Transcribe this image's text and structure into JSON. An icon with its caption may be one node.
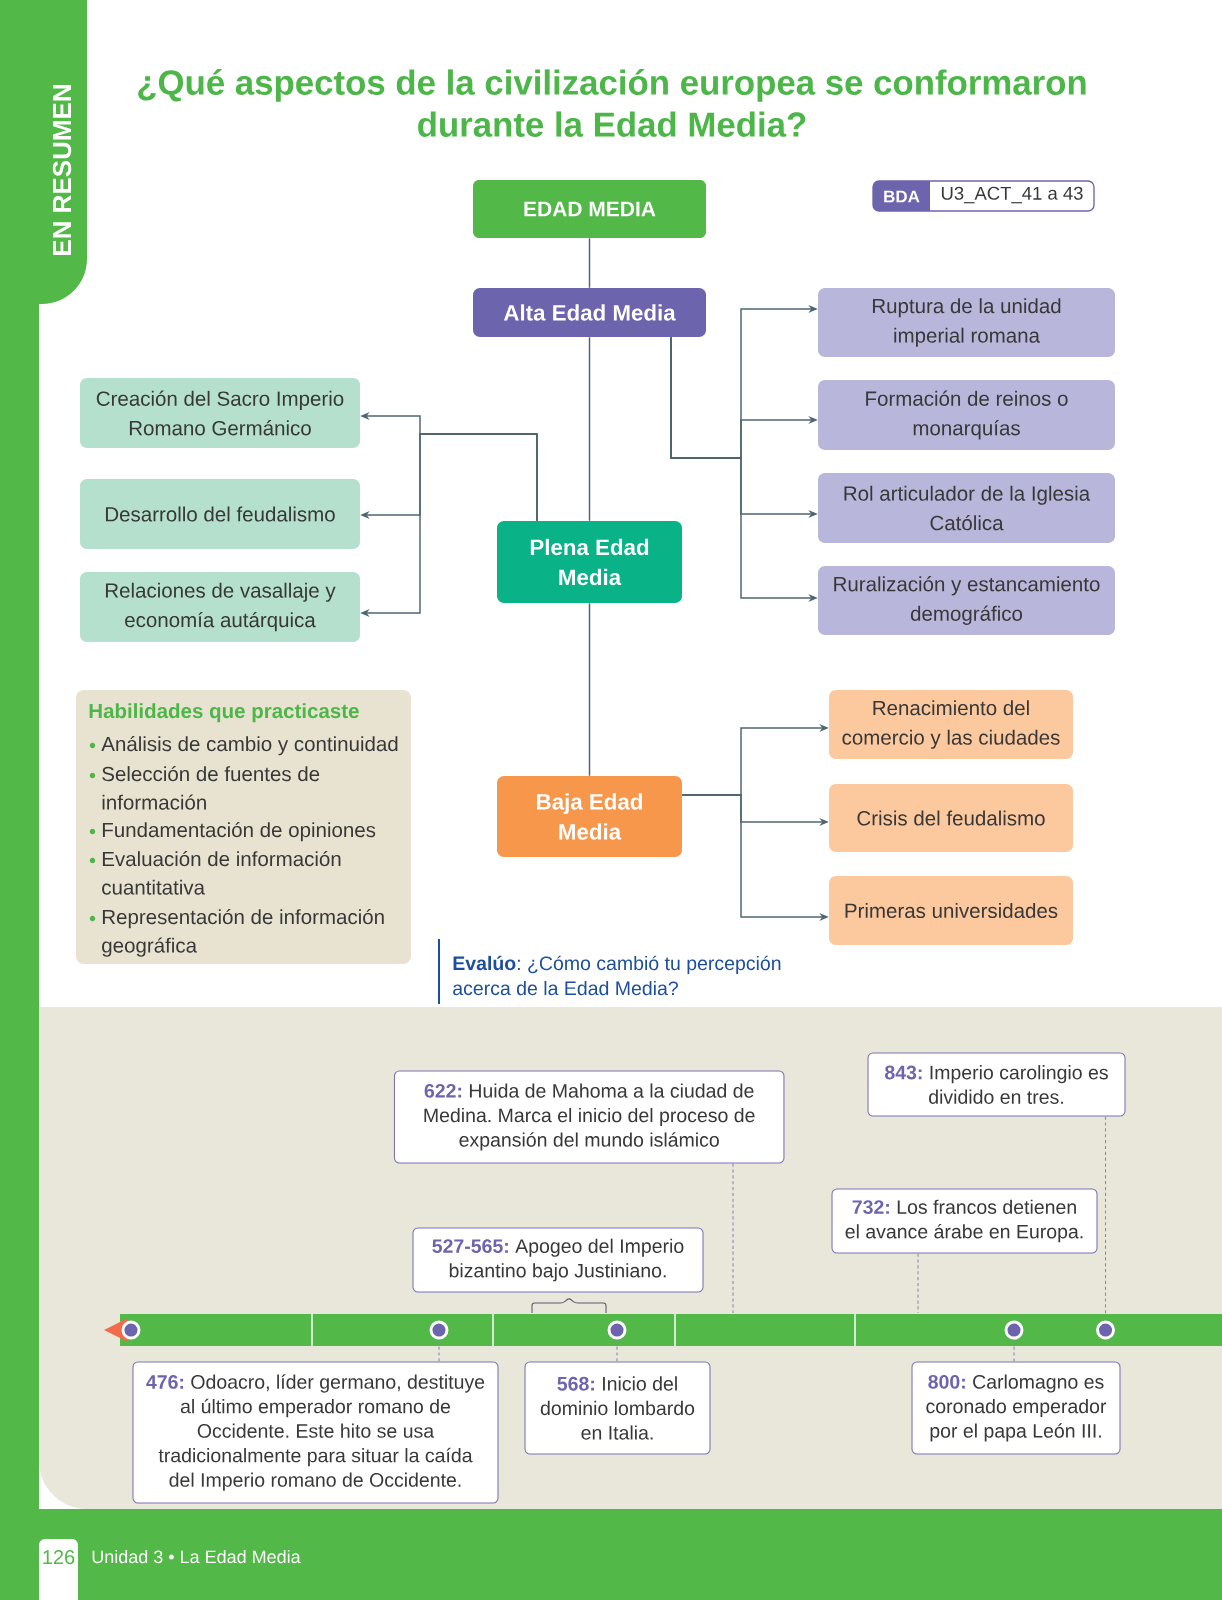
{
  "diagram": {
    "title": "¿Qué aspectos de la civilización europea se conformaron durante la Edad Media?",
    "nodes": [
      {
        "text": [
          "EDAD MEDIA"
        ]
      },
      {
        "text": [
          "Alta Edad Media"
        ]
      },
      {
        "text": [
          "Plena Edad Media"
        ]
      },
      {
        "text": [
          "Baja Edad Media"
        ]
      },
      {
        "text": [
          "Ruptura de la unidad imperial romana"
        ]
      },
      {
        "text": [
          "Formación de reinos o monarquías"
        ]
      },
      {
        "text": [
          "Rol articulador de la Iglesia Católica"
        ]
      },
      {
        "text": [
          "Ruralización y estancamiento demográfico"
        ]
      },
      {
        "text": [
          "Creación del Sacro Imperio Romano Germánico"
        ]
      },
      {
        "text": [
          "Desarrollo del feudalismo"
        ]
      },
      {
        "text": [
          "Relaciones de vasallaje y economía autárquica"
        ]
      },
      {
        "text": [
          "Renacimiento del comercio y las ciudades"
        ]
      },
      {
        "text": [
          "Crisis del feudalismo"
        ]
      },
      {
        "text": [
          "Primeras universidades"
        ]
      },
      {
        "text": [
          "BDA",
          "U3_ACT_41 a 43"
        ]
      },
      {
        "text": [
          "Habilidades que practicaste",
          "Análisis de cambio y continuidad",
          "Selección de fuentes de información",
          "Fundamentación de opiniones",
          "Evaluación de información cuantitativa",
          "Representación de información geográfica"
        ]
      },
      {
        "text": [
          "**622:** Huida de Mahoma a la ciudad de Medina. Marca el inicio del proceso de expansión del mundo islámico"
        ]
      },
      {
        "text": [
          "**843:** Imperio carolingio es dividido en tres."
        ]
      },
      {
        "text": [
          "**527-565:** Apogeo del Imperio bizantino bajo Justiniano."
        ]
      },
      {
        "text": [
          "**732:** Los francos detienen el avance árabe en Europa."
        ]
      },
      {
        "text": [],
        "shape": "circle"
      },
      {
        "text": [],
        "shape": "circle"
      },
      {
        "text": [],
        "shape": "circle"
      },
      {
        "text": [],
        "shape": "circle"
      },
      {
        "text": [],
        "shape": "circle"
      },
      {
        "text": [
          "**476:** Odoacro, líder germano, destituye al último emperador romano de Occidente. Este hito se usa tradicionalmente para situar la caída del Imperio romano de Occidente."
        ]
      },
      {
        "text": [
          "**568:** Inicio del dominio lombardo en Italia."
        ]
      },
      {
        "text": [
          "**800:** Carlomagno es coronado emperador por el papa León III."
        ]
      }
    ],
    "edges": [
      {
        "from": 0,
        "to": 1,
        "arrow": "none"
      },
      {
        "from": 1,
        "to": 2,
        "arrow": "none"
      },
      {
        "from": 2,
        "to": 3,
        "arrow": "none"
      },
      {
        "from": 1,
        "to": 4,
        "arrow": "to"
      },
      {
        "from": 1,
        "to": 5,
        "arrow": "to"
      },
      {
        "from": 1,
        "to": 6,
        "arrow": "to"
      },
      {
        "from": 1,
        "to": 7,
        "arrow": "to"
      },
      {
        "from": 2,
        "to": 8,
        "arrow": "to"
      },
      {
        "from": 2,
        "to": 9,
        "arrow": "to"
      },
      {
        "from": 2,
        "to": 10,
        "arrow": "to"
      },
      {
        "from": 3,
        "to": 11,
        "arrow": "to"
      },
      {
        "from": 3,
        "to": 12,
        "arrow": "to"
      },
      {
        "from": 3,
        "to": 13,
        "arrow": "to"
      },
      {
        "from": 16,
        "to": null,
        "arrow": "none",
        "style": "dashed",
        "color": "#8987b3"
      },
      {
        "from": 17,
        "to": 24,
        "arrow": "none",
        "style": "dashed",
        "color": "#8987b3"
      },
      {
        "from": 19,
        "to": null,
        "arrow": "none",
        "style": "dashed",
        "color": "#8987b3"
      },
      {
        "from": 25,
        "to": 21,
        "arrow": "none",
        "style": "dashed",
        "color": "#8987b3"
      },
      {
        "from": 26,
        "to": 22,
        "arrow": "none",
        "style": "dashed",
        "color": "#8987b3"
      },
      {
        "from": 27,
        "to": 23,
        "arrow": "none",
        "style": "dashed",
        "color": "#8987b3"
      }
    ],
    "labels": [
      "EN RESUMEN",
      "**Evalúo**: ¿Cómo cambió tu percepción acerca de la Edad Media?",
      "126",
      "Unidad 3 • La Edad Media"
    ]
  }
}
